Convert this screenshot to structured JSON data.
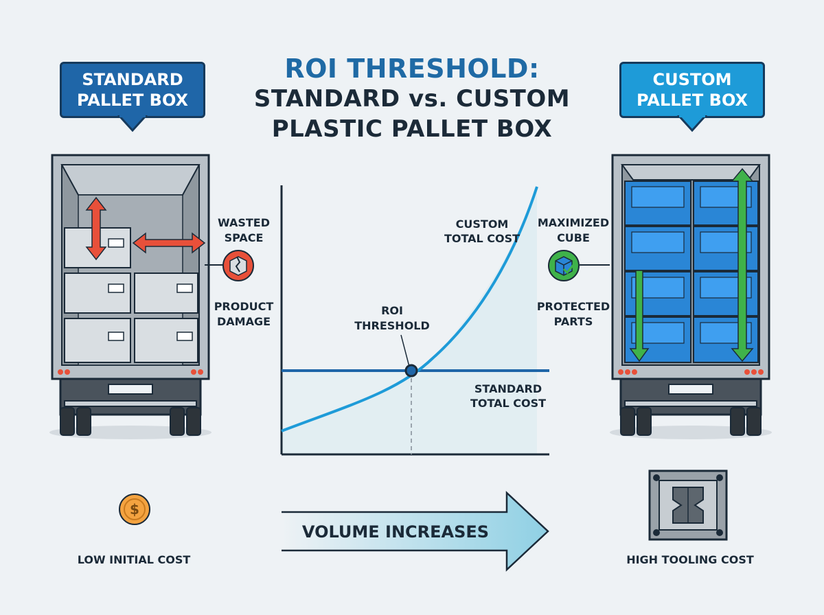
{
  "title": {
    "line1": "ROI THRESHOLD:",
    "line2": "STANDARD vs. CUSTOM",
    "line3": "PLASTIC PALLET BOX"
  },
  "standard": {
    "callout_line1": "STANDARD",
    "callout_line2": "PALLET BOX",
    "wasted_line1": "WASTED",
    "wasted_line2": "SPACE",
    "damage_line1": "PRODUCT",
    "damage_line2": "DAMAGE",
    "bottom_label": "LOW INITIAL COST"
  },
  "custom": {
    "callout_line1": "CUSTOM",
    "callout_line2": "PALLET BOX",
    "cube_line1": "MAXIMIZED",
    "cube_line2": "CUBE",
    "protected_line1": "PROTECTED",
    "protected_line2": "PARTS",
    "bottom_label": "HIGH TOOLING COST"
  },
  "chart_data": {
    "type": "line",
    "series": [
      {
        "name": "CUSTOM TOTAL COST",
        "shape": "exponential"
      },
      {
        "name": "STANDARD TOTAL COST",
        "shape": "flat"
      }
    ],
    "labels": {
      "custom_line1": "CUSTOM",
      "custom_line2": "TOTAL COST",
      "standard_line1": "STANDARD",
      "standard_line2": "TOTAL COST",
      "roi_line1": "ROI",
      "roi_line2": "THRESHOLD"
    }
  },
  "arrow_label": "VOLUME INCREASES",
  "colors": {
    "dark_blue": "#1f66a8",
    "light_blue": "#1e9bd8",
    "alert_red": "#e8503a",
    "success_green": "#3fb24a",
    "coin_orange": "#f4a340"
  }
}
